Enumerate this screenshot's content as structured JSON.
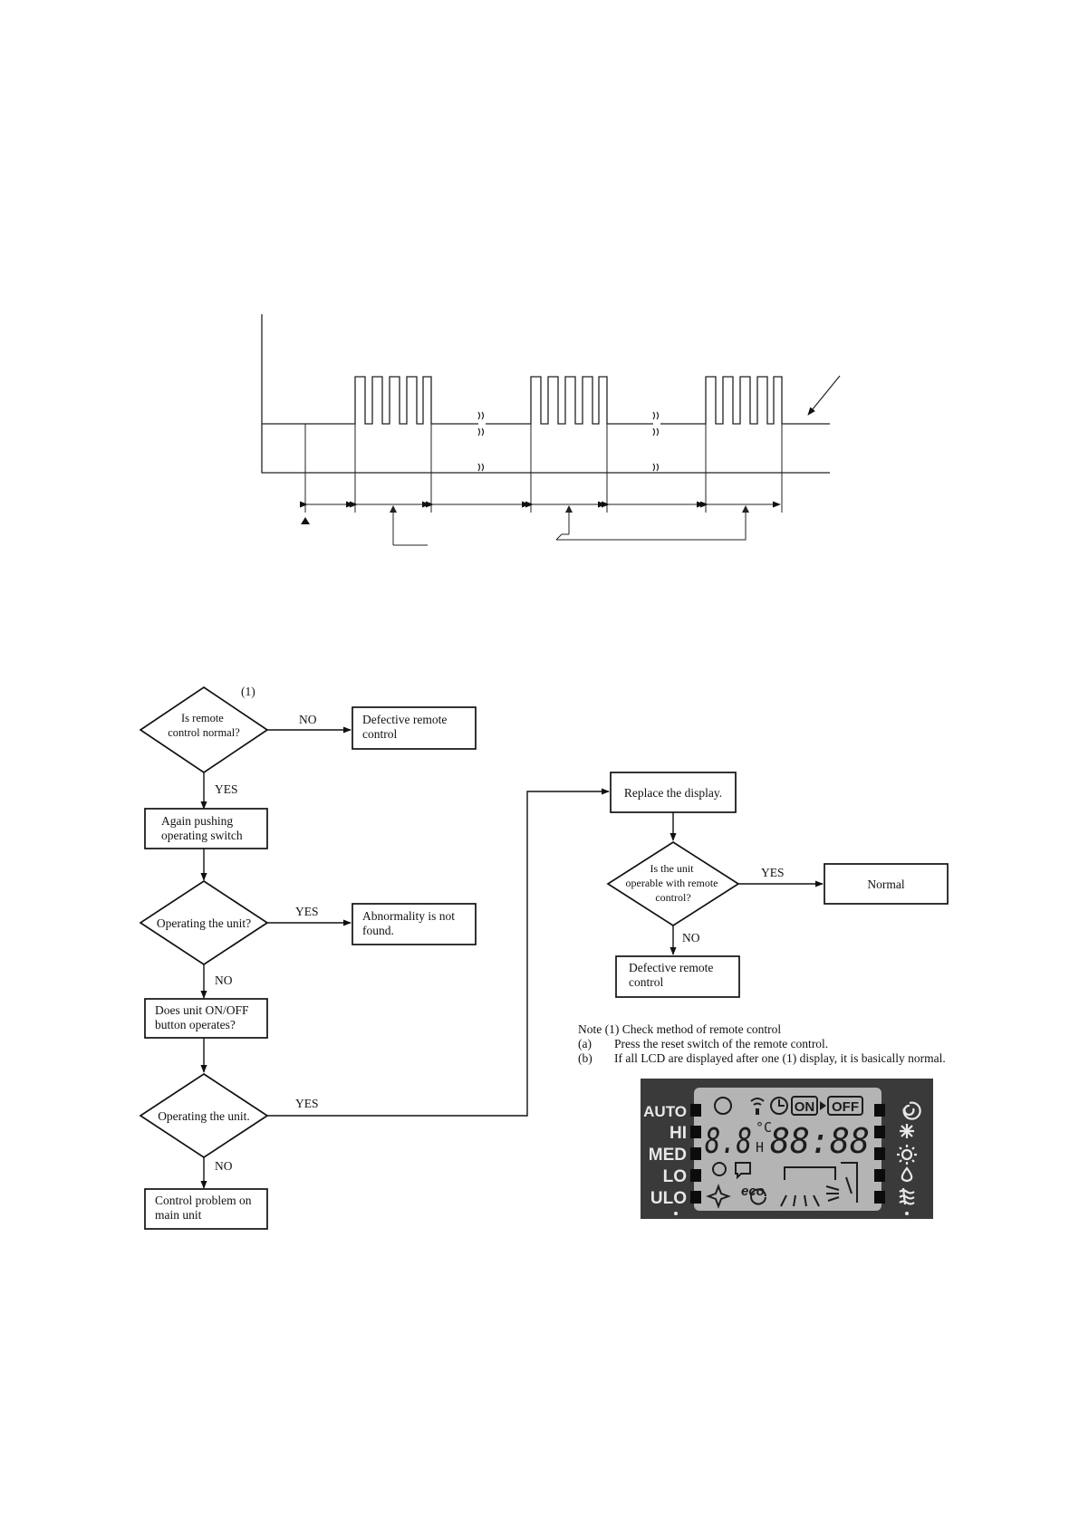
{
  "flowchart": {
    "note_ref": "(1)",
    "q_remote_normal": [
      "Is remote",
      "control normal?"
    ],
    "defective_remote_1": [
      "Defective remote",
      "control"
    ],
    "again_pushing": [
      "Again pushing",
      "operating switch"
    ],
    "q_operating_1": [
      "Operating the unit?"
    ],
    "abnormality_not_found": [
      "Abnormality is not",
      "found."
    ],
    "q_onoff_button": [
      "Does unit ON/OFF",
      "button operates?"
    ],
    "q_operating_2": [
      "Operating the unit."
    ],
    "control_problem": [
      "Control problem on",
      "main unit"
    ],
    "replace_display": [
      "Replace the display."
    ],
    "q_operable": [
      "Is the unit",
      "operable with remote",
      "control?"
    ],
    "normal": [
      "Normal"
    ],
    "defective_remote_2": [
      "Defective remote",
      "control"
    ],
    "labels": {
      "yes": "YES",
      "no": "NO"
    }
  },
  "note": {
    "title": "Note (1) Check method of remote control",
    "items": [
      {
        "label": "(a)",
        "text": "Press the reset switch of the remote control."
      },
      {
        "label": "(b)",
        "text": "If all LCD are displayed after one (1) display, it is basically normal."
      }
    ]
  },
  "lcd": {
    "modes": [
      "AUTO",
      "HI",
      "MED",
      "LO",
      "ULO"
    ],
    "on_label": "ON",
    "off_label": "OFF",
    "temp_digits": "8.8",
    "unit_c": "°C",
    "unit_h": "H",
    "clock_digits": "88:88",
    "eco_label": "eco",
    "icons": [
      "baby-face",
      "signal",
      "clock",
      "person-bubble",
      "hand-pointer",
      "sparkle",
      "cycle-arrow",
      "fan-louver",
      "swirl",
      "snowflake",
      "sun",
      "droplet",
      "wavy-fan"
    ],
    "colors": {
      "bezel": "#3a3a3a",
      "screen": "#b4b4b4",
      "segment": "#1c1c1c",
      "mode_text": "#e8e8e8"
    }
  }
}
